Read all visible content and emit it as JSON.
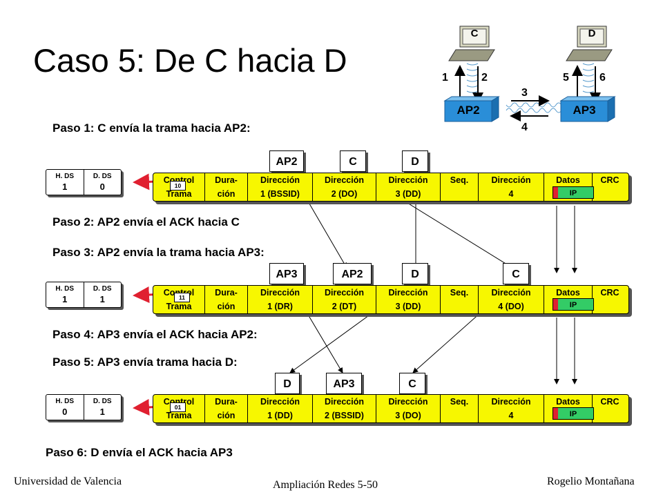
{
  "title": "Caso 5: De C hacia D",
  "steps": {
    "s1": "Paso 1: C envía la trama hacia AP2:",
    "s2": "Paso 2: AP2 envía el ACK hacia C",
    "s3": "Paso 3: AP2 envía la trama hacia AP3:",
    "s4": "Paso 4: AP3 envía el ACK hacia AP2:",
    "s5": "Paso 5: AP3 envía trama hacia D:",
    "s6": "Paso 6: D envía el ACK hacia AP3"
  },
  "topology": {
    "laptop_c": "C",
    "laptop_d": "D",
    "ap_left": "AP2",
    "ap_right": "AP3",
    "n1": "1",
    "n2": "2",
    "n3": "3",
    "n4": "4",
    "n5": "5",
    "n6": "6"
  },
  "ds_header": {
    "hds": "H. DS",
    "dds": "D. DS"
  },
  "frame_common": {
    "control1": "Control",
    "control2": "Trama",
    "dura1": "Dura-",
    "dura2": "ción",
    "seq": "Seq.",
    "datos": "Datos",
    "crc": "CRC",
    "ip": "IP"
  },
  "frames": [
    {
      "hds": "1",
      "dds": "0",
      "subtype": "10",
      "addr": [
        [
          "Dirección",
          "1 (BSSID)"
        ],
        [
          "Dirección",
          "2 (DO)"
        ],
        [
          "Dirección",
          "3 (DD)"
        ],
        [
          "Dirección",
          "4"
        ]
      ],
      "labels": [
        "AP2",
        "C",
        "D"
      ]
    },
    {
      "hds": "1",
      "dds": "1",
      "subtype": "11",
      "addr": [
        [
          "Dirección",
          "1 (DR)"
        ],
        [
          "Dirección",
          "2 (DT)"
        ],
        [
          "Dirección",
          "3 (DD)"
        ],
        [
          "Dirección",
          "4 (DO)"
        ]
      ],
      "labels": [
        "AP3",
        "AP2",
        "D",
        "C"
      ]
    },
    {
      "hds": "0",
      "dds": "1",
      "subtype": "01",
      "addr": [
        [
          "Dirección",
          "1 (DD)"
        ],
        [
          "Dirección",
          "2 (BSSID)"
        ],
        [
          "Dirección",
          "3 (DO)"
        ],
        [
          "Dirección",
          "4"
        ]
      ],
      "labels": [
        "D",
        "AP3",
        "C"
      ]
    }
  ],
  "footer": {
    "left": "Universidad de Valencia",
    "center": "Ampliación Redes 5-50",
    "right": "Rogelio Montañana"
  },
  "colors": {
    "frame": "#f7f700",
    "ap": "#2a8ed8",
    "ip": "#33cc66",
    "arrow_red": "#e02030"
  }
}
